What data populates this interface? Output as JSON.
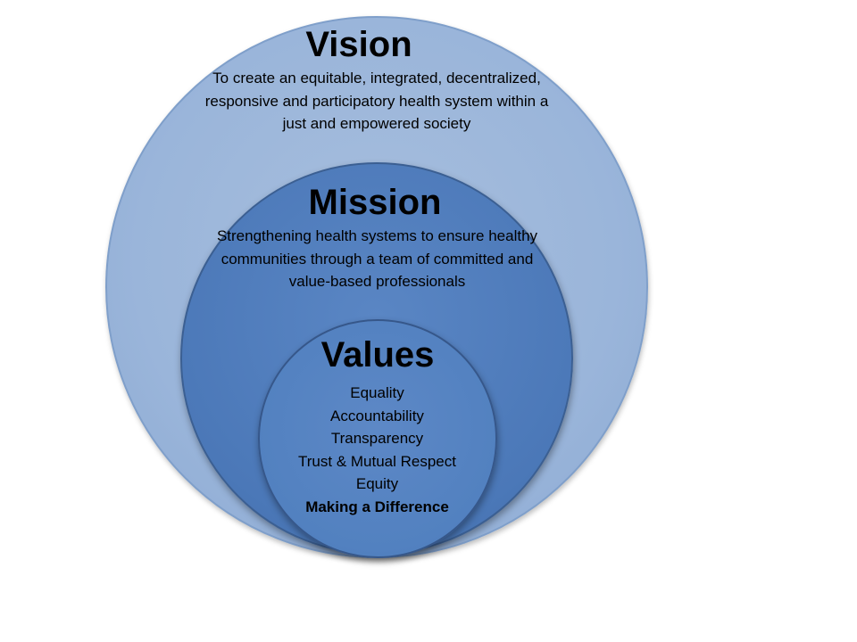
{
  "vision": {
    "title": "Vision",
    "text": "To create an equitable, integrated, decentralized, responsive and participatory health system within a just and empowered society"
  },
  "mission": {
    "title": "Mission",
    "text": "Strengthening health systems to ensure healthy communities through a team of committed and value-based professionals"
  },
  "values": {
    "title": "Values",
    "items": [
      "Equality",
      "Accountability",
      "Transparency",
      "Trust & Mutual Respect",
      "Equity",
      "Making a Difference"
    ]
  },
  "colors": {
    "vision_circle": "#9ab5da",
    "mission_circle": "#4b78b8",
    "values_circle": "#5281c0",
    "text": "#000000"
  }
}
